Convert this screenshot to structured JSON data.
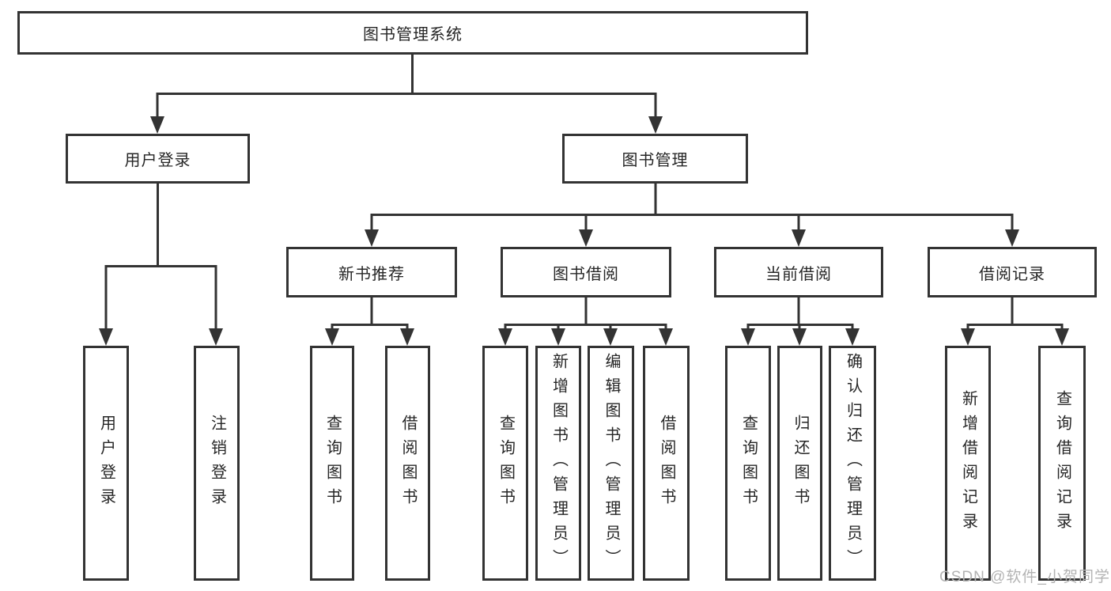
{
  "diagram": {
    "root": {
      "label": "图书管理系统"
    },
    "level2": [
      {
        "id": "user-login",
        "label": "用户登录"
      },
      {
        "id": "book-management",
        "label": "图书管理"
      }
    ],
    "level3": [
      {
        "id": "new-book-recommend",
        "label": "新书推荐",
        "parent": "图书管理"
      },
      {
        "id": "book-borrowing",
        "label": "图书借阅",
        "parent": "图书管理"
      },
      {
        "id": "current-borrowing",
        "label": "当前借阅",
        "parent": "图书管理"
      },
      {
        "id": "borrow-records",
        "label": "借阅记录",
        "parent": "图书管理"
      }
    ],
    "leaves": [
      {
        "id": "user-login",
        "label": "用户登录",
        "parent": "用户登录"
      },
      {
        "id": "logout",
        "label": "注销登录",
        "parent": "用户登录"
      },
      {
        "id": "query-books-recommend",
        "label": "查询图书",
        "parent": "新书推荐"
      },
      {
        "id": "borrow-books-recommend",
        "label": "借阅图书",
        "parent": "新书推荐"
      },
      {
        "id": "query-books-borrowing",
        "label": "查询图书",
        "parent": "图书借阅"
      },
      {
        "id": "add-books-admin",
        "label": "新增图书（管理员）",
        "parent": "图书借阅"
      },
      {
        "id": "edit-books-admin",
        "label": "编辑图书（管理员）",
        "parent": "图书借阅"
      },
      {
        "id": "borrow-books-borrowing",
        "label": "借阅图书",
        "parent": "图书借阅"
      },
      {
        "id": "query-books-current",
        "label": "查询图书",
        "parent": "当前借阅"
      },
      {
        "id": "return-books",
        "label": "归还图书",
        "parent": "当前借阅"
      },
      {
        "id": "confirm-return-admin",
        "label": "确认归还（管理员）",
        "parent": "当前借阅"
      },
      {
        "id": "add-borrow-record",
        "label": "新增借阅记录",
        "parent": "借阅记录"
      },
      {
        "id": "query-borrow-record",
        "label": "查询借阅记录",
        "parent": "借阅记录"
      }
    ]
  },
  "watermark": {
    "text": "CSDN @软件_小贺同学",
    "color": "#b3b3b3"
  },
  "colors": {
    "line": "#333333",
    "text": "#262626",
    "background": "#ffffff"
  }
}
